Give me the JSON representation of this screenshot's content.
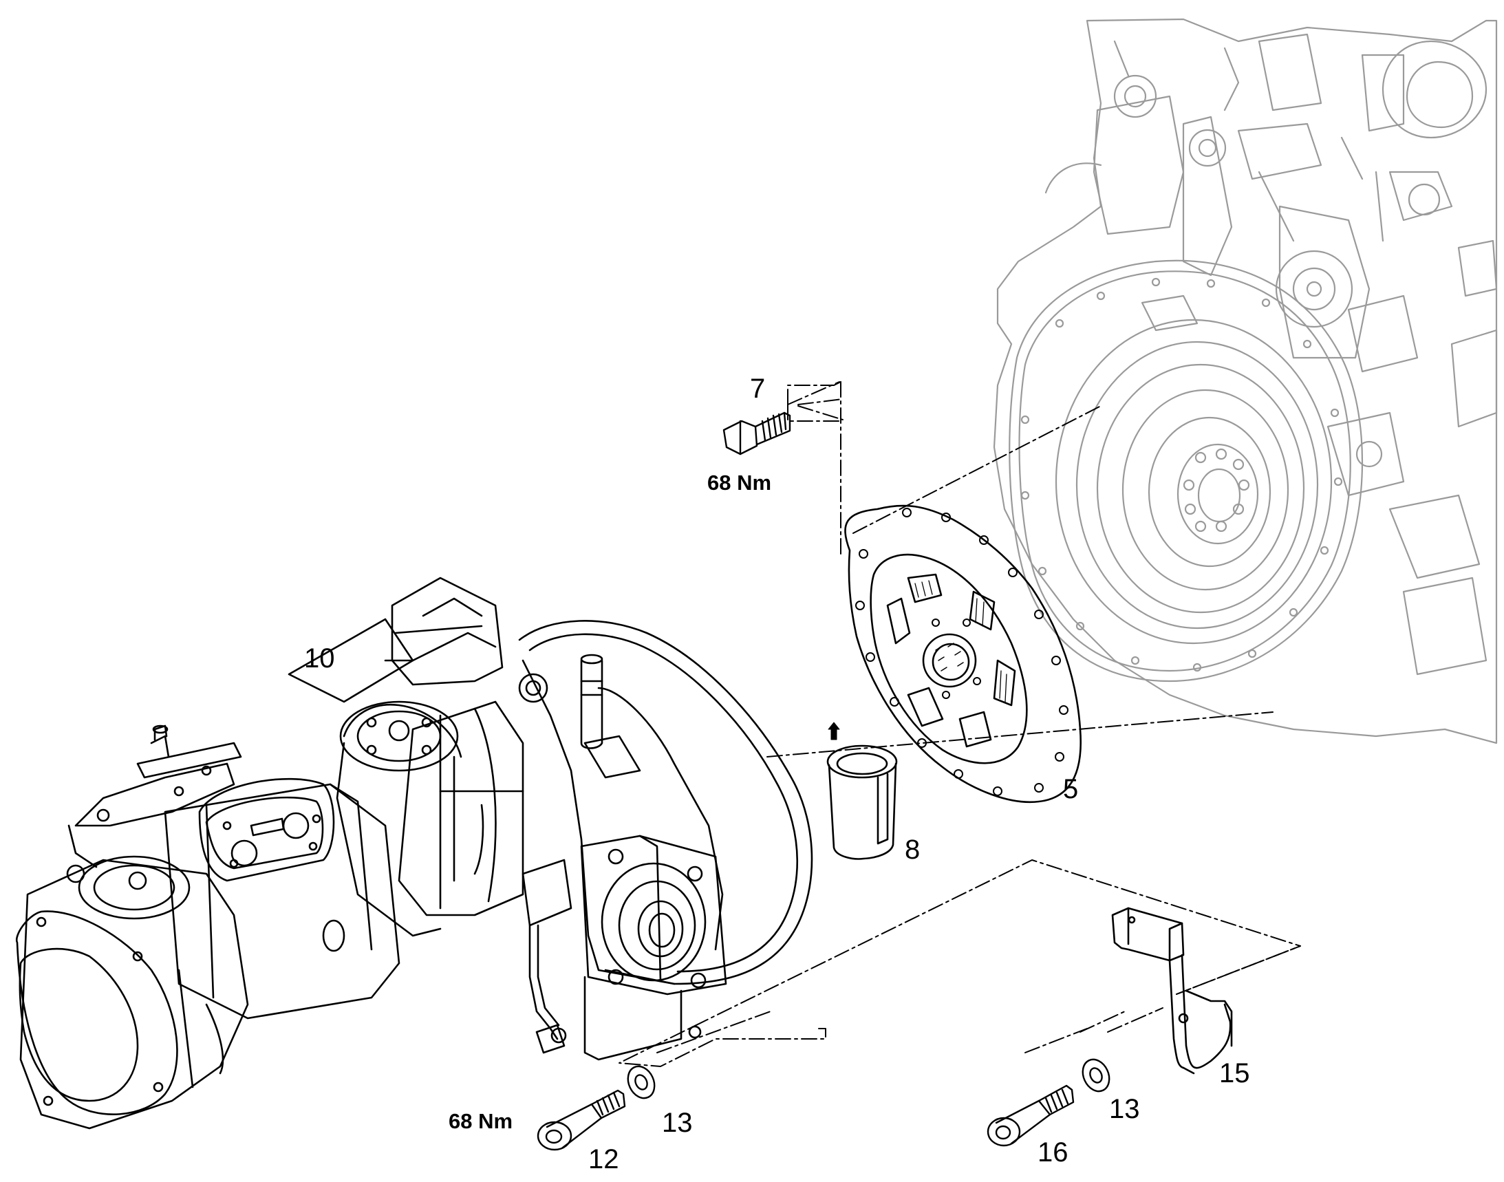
{
  "diagram": {
    "callouts": {
      "p7": "7",
      "p5": "5",
      "p8": "8",
      "p10": "10",
      "p12": "12",
      "p13a": "13",
      "p13b": "13",
      "p15": "15",
      "p16": "16"
    },
    "torques": {
      "bolt7": "68 Nm",
      "bolt12": "68 Nm"
    },
    "colors": {
      "line": "#000000",
      "engine_line": "#9a9a9a",
      "background": "#ffffff"
    }
  }
}
